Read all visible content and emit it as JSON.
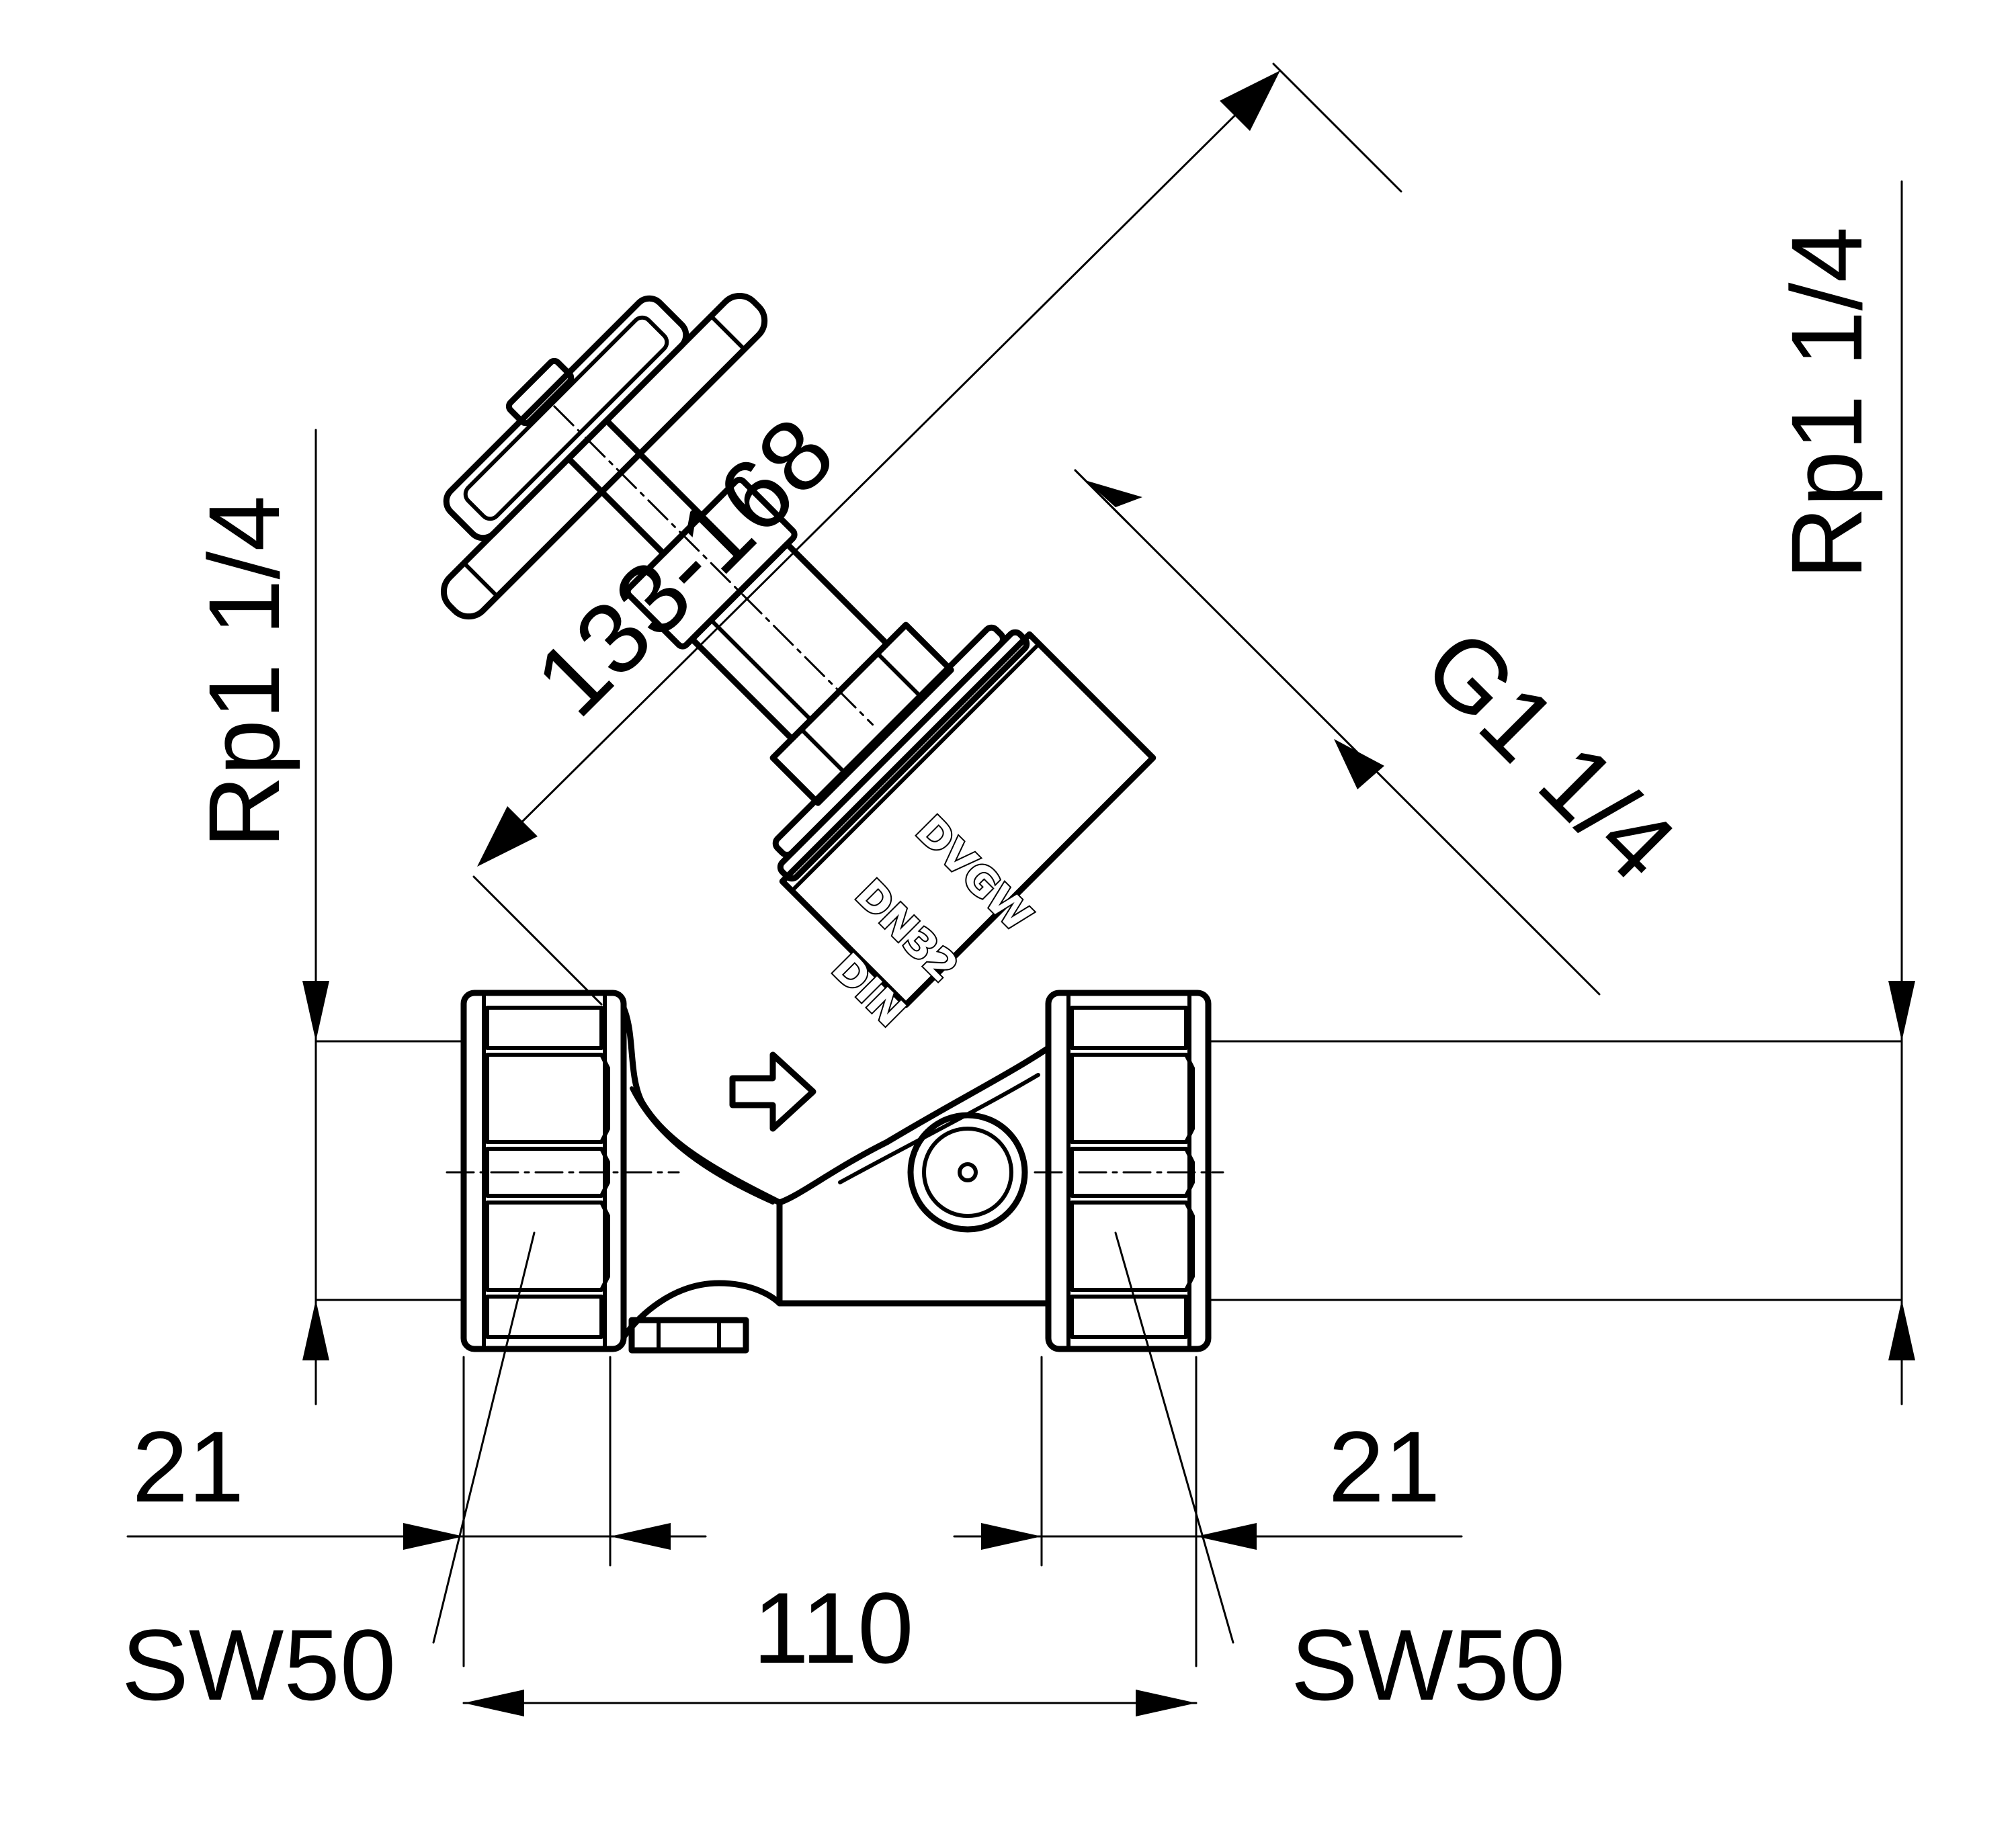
{
  "dimensions": {
    "length_label": "133-168",
    "stem_thread_label": "G1 1/4",
    "left_thread_label": "Rp1 1/4",
    "right_thread_label": "Rp1 1/4",
    "left_thread_depth_label": "21",
    "right_thread_depth_label": "21",
    "body_length_label": "110",
    "left_wrench_size_label": "SW50",
    "right_wrench_size_label": "SW50"
  },
  "markings": {
    "brand": "DVGW",
    "nominal_size": "DN32",
    "standard": "DIN"
  },
  "icons": {
    "flow_direction": "flow-arrow-icon",
    "handwheel": "handwheel-icon",
    "drain_plug": "drain-plug-icon"
  },
  "colors": {
    "line": "#000000",
    "background": "#ffffff"
  }
}
